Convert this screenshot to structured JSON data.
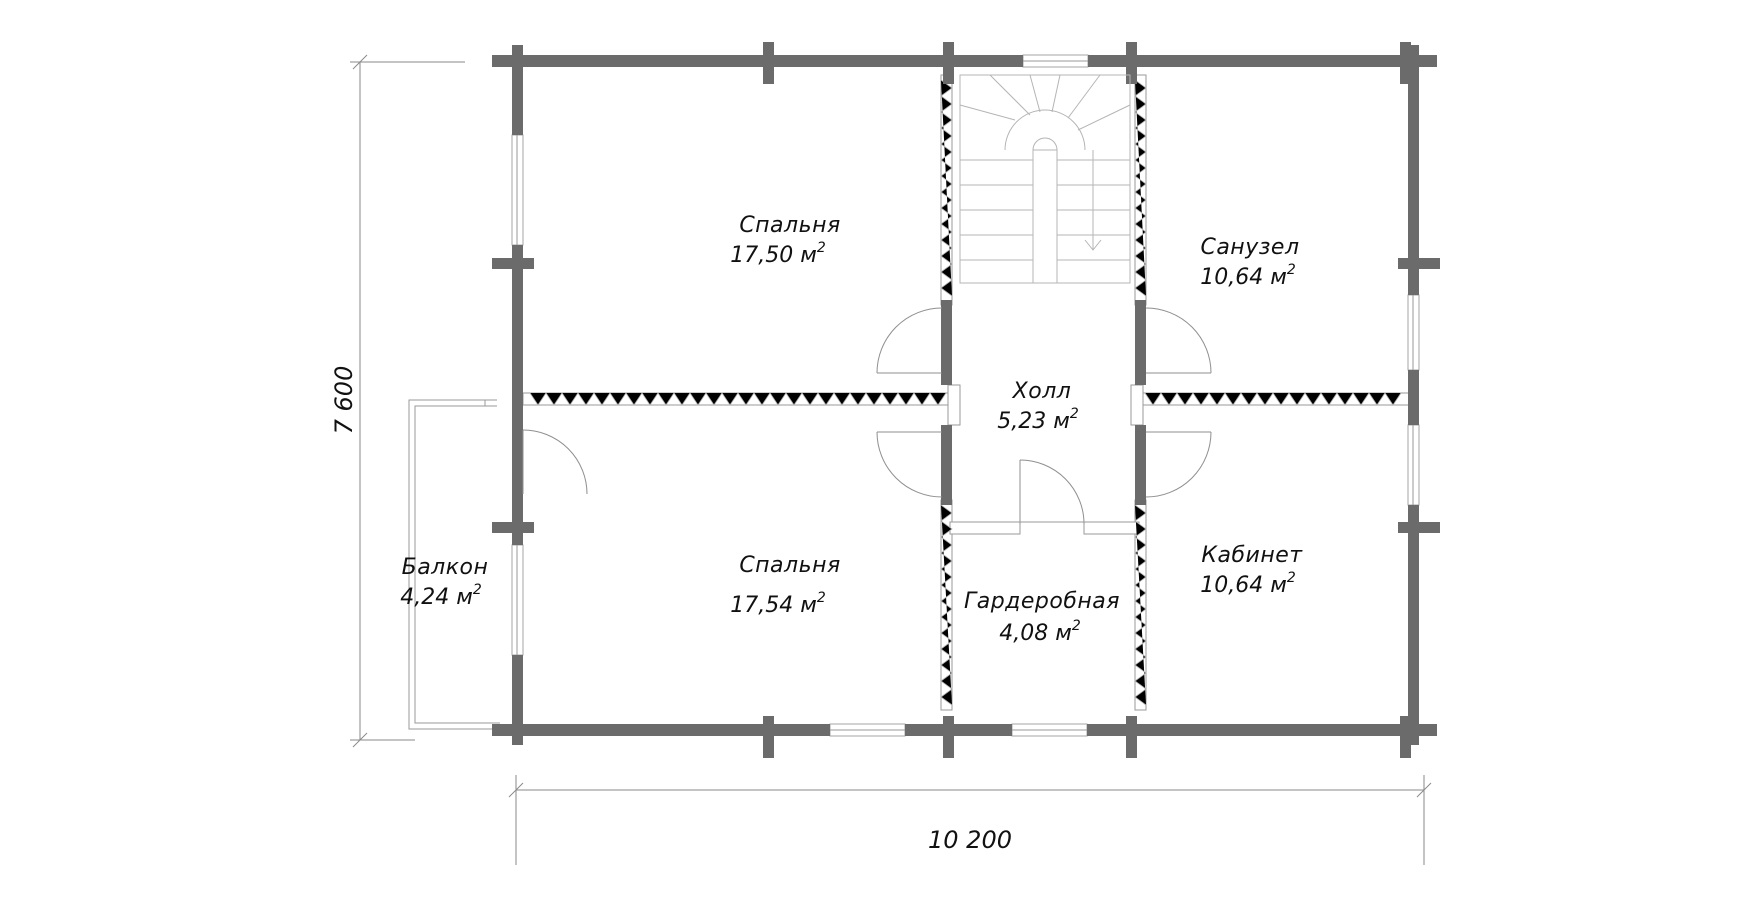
{
  "plan": {
    "rooms": [
      {
        "id": "bedroom-top",
        "name": "Спальня",
        "area": "17,50 м"
      },
      {
        "id": "bathroom",
        "name": "Санузел",
        "area": "10,64 м"
      },
      {
        "id": "hall",
        "name": "Холл",
        "area": "5,23 м"
      },
      {
        "id": "bedroom-bottom",
        "name": "Спальня",
        "area": "17,54 м"
      },
      {
        "id": "wardrobe",
        "name": "Гардеробная",
        "area": "4,08 м"
      },
      {
        "id": "study",
        "name": "Кабинет",
        "area": "10,64 м"
      },
      {
        "id": "balcony",
        "name": "Балкон",
        "area": "4,24 м"
      }
    ],
    "area_unit_superscript": "2",
    "dimensions": {
      "width": "10 200",
      "height": "7 600"
    }
  }
}
